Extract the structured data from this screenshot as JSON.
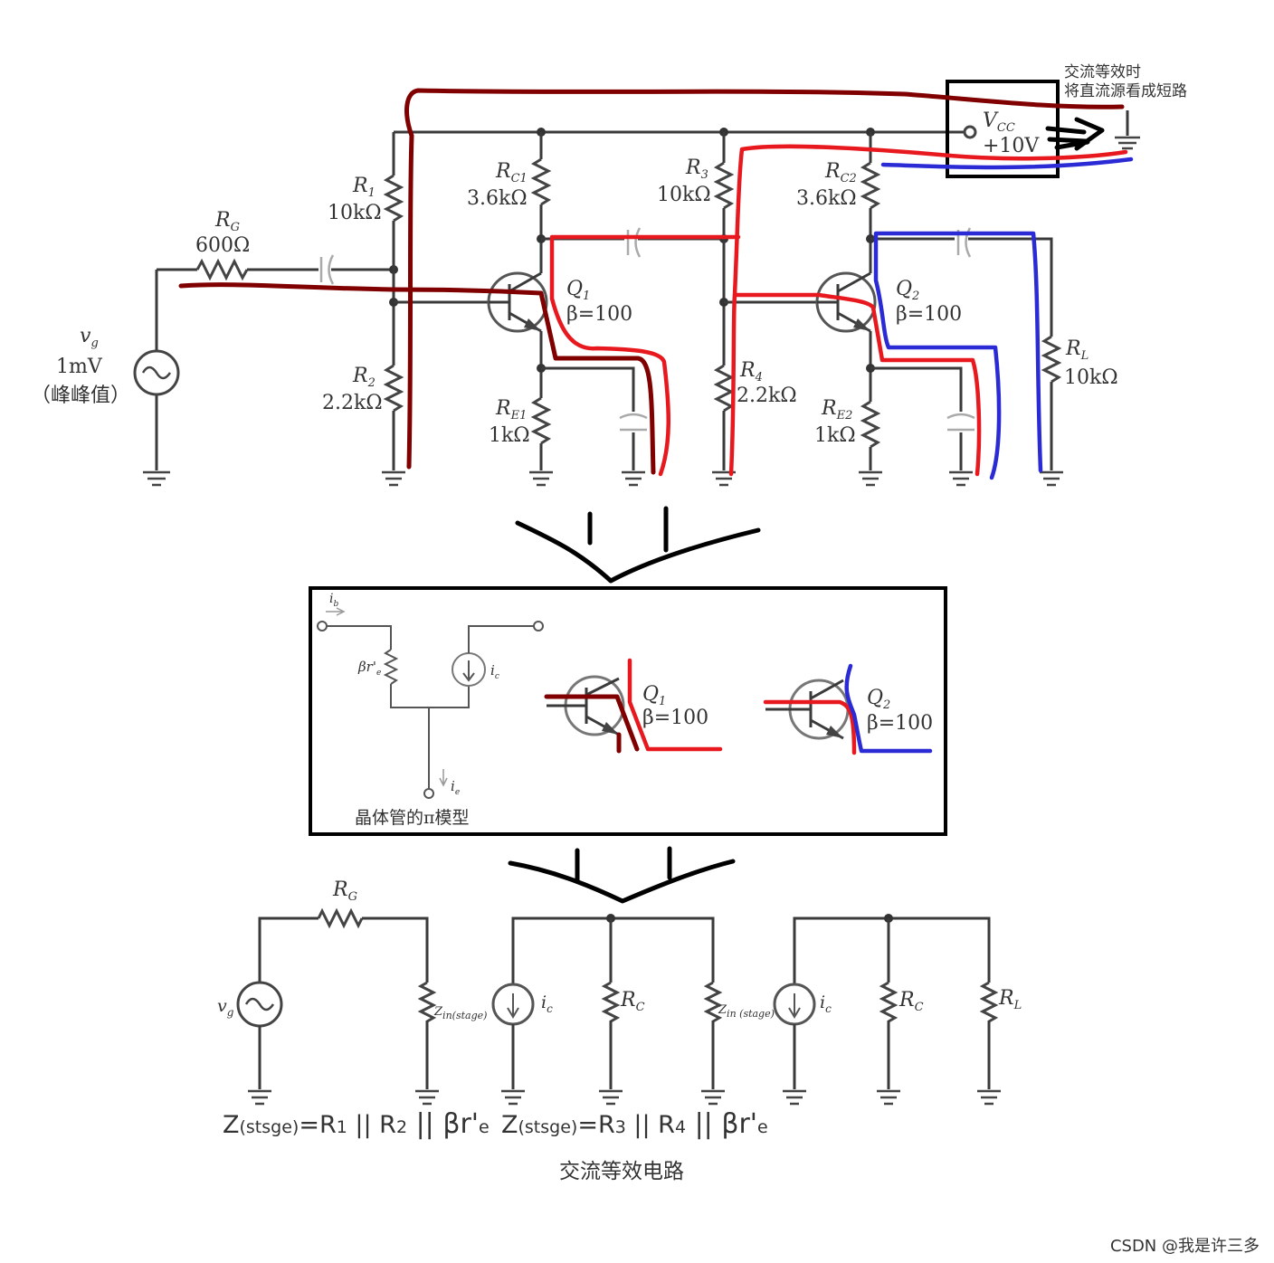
{
  "note": {
    "line1": "交流等效时",
    "line2": "将直流源看成短路"
  },
  "supply": {
    "name": "V",
    "sub": "CC",
    "value": "+10V"
  },
  "source": {
    "name": "v",
    "sub": "g",
    "amplitude": "1mV",
    "mode": "（峰峰值）"
  },
  "resistors": {
    "rg": {
      "name": "R",
      "sub": "G",
      "value": "600Ω"
    },
    "r1": {
      "name": "R",
      "sub": "1",
      "value": "10kΩ"
    },
    "r2": {
      "name": "R",
      "sub": "2",
      "value": "2.2kΩ"
    },
    "rc1": {
      "name": "R",
      "sub": "C1",
      "value": "3.6kΩ"
    },
    "re1": {
      "name": "R",
      "sub": "E1",
      "value": "1kΩ"
    },
    "r3": {
      "name": "R",
      "sub": "3",
      "value": "10kΩ"
    },
    "r4": {
      "name": "R",
      "sub": "4",
      "value": "2.2kΩ"
    },
    "rc2": {
      "name": "R",
      "sub": "C2",
      "value": "3.6kΩ"
    },
    "re2": {
      "name": "R",
      "sub": "E2",
      "value": "1kΩ"
    },
    "rl": {
      "name": "R",
      "sub": "L",
      "value": "10kΩ"
    }
  },
  "transistors": {
    "q1": {
      "name": "Q",
      "sub": "1",
      "beta": "β=100"
    },
    "q2": {
      "name": "Q",
      "sub": "2",
      "beta": "β=100"
    }
  },
  "pi_model": {
    "ib": "i",
    "ib_sub": "b",
    "resistor": "βr'",
    "resistor_sub": "e",
    "ic": "i",
    "ic_sub": "c",
    "ie": "i",
    "ie_sub": "e",
    "caption": "晶体管的π模型"
  },
  "equivalent": {
    "rg": "R",
    "rg_sub": "G",
    "vg": "v",
    "vg_sub": "g",
    "zin1": "Z",
    "zin1_sub": "in(stage)",
    "ic1": "i",
    "ic1_sub": "c",
    "rc1": "R",
    "rc1_sub": "C",
    "zin2": "Z",
    "zin2_sub": "in (stage)",
    "ic2": "i",
    "ic2_sub": "c",
    "rc2": "R",
    "rc2_sub": "C",
    "rl": "R",
    "rl_sub": "L",
    "caption": "交流等效电路"
  },
  "formulas": {
    "stage1": {
      "z": "Z",
      "sub": "(stsge)",
      "rest": "=R",
      "r1": "1",
      "mid": " || R",
      "r2": "2",
      "tail": " || βr'",
      "e": "e",
      "color": "#800000"
    },
    "stage2": {
      "z": "Z",
      "sub": "(stsge)",
      "rest": "=R",
      "r1": "3",
      "mid": " || R",
      "r2": "4",
      "tail": " || βr'",
      "e": "e",
      "color": "#e8191e"
    }
  },
  "watermark": "CSDN @我是许三多",
  "colors": {
    "stage1_path": "#800000",
    "stage2_path": "#e8191e",
    "output_path": "#2b2bd6",
    "ink": "#000000"
  }
}
